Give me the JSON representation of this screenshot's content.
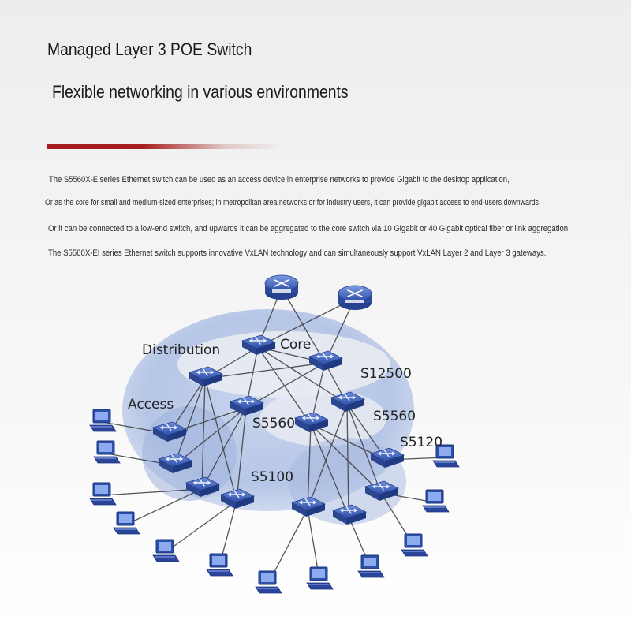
{
  "header": {
    "title": "Managed Layer 3 POE Switch",
    "subtitle": "Flexible networking in various environments",
    "accent_color": "#a31d1d"
  },
  "description": [
    "The S5560X-E series Ethernet switch can be used as an access device in enterprise networks to provide Gigabit to the desktop application,",
    "Or as the core for small and medium-sized enterprises; in metropolitan area networks or for industry users, it can provide gigabit access to end-users downwards",
    "Or it can be connected to a low-end switch, and upwards it can be aggregated to the core switch via 10 Gigabit or 40 Gigabit optical fiber or link aggregation.",
    "The S5560X-EI series Ethernet switch supports innovative VxLAN technology and can simultaneously support VxLAN Layer 2 and Layer 3 gateways."
  ],
  "diagram": {
    "labels": {
      "distribution": "Distribution",
      "core": "Core",
      "access": "Access",
      "s12500": "S12500",
      "s5560_left": "S5560",
      "s5560_right": "S5560",
      "s5120": "S5120",
      "s5100": "S5100"
    },
    "colors": {
      "switch_blue": "#3d5db5",
      "ellipse_blue": "#b7c7e6",
      "zone_light": "#e6e9f0"
    },
    "icons": [
      "router-icon",
      "switch-icon",
      "computer-icon"
    ]
  }
}
